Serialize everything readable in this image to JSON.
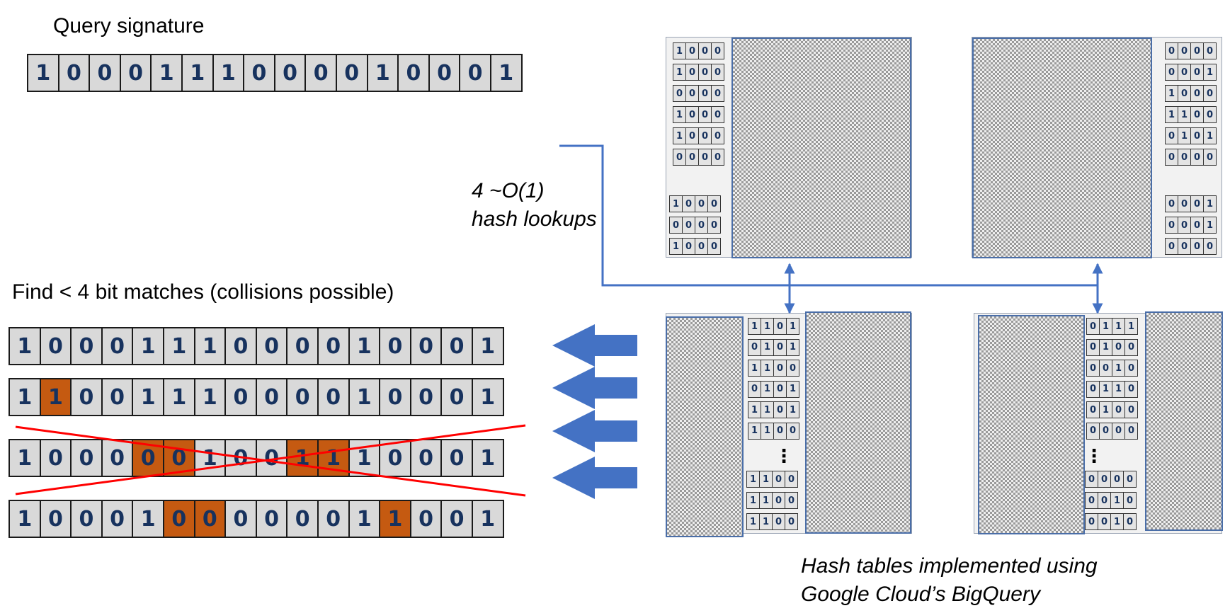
{
  "query": {
    "title": "Query signature",
    "bits": [
      "1",
      "0",
      "0",
      "0",
      "1",
      "1",
      "1",
      "0",
      "0",
      "0",
      "0",
      "1",
      "0",
      "0",
      "0",
      "1"
    ]
  },
  "matches": {
    "title": "Find < 4 bit matches (collisions possible)",
    "rows": [
      {
        "bits": [
          "1",
          "0",
          "0",
          "0",
          "1",
          "1",
          "1",
          "0",
          "0",
          "0",
          "0",
          "1",
          "0",
          "0",
          "0",
          "1"
        ],
        "highlight": [],
        "crossed": false
      },
      {
        "bits": [
          "1",
          "1",
          "0",
          "0",
          "1",
          "1",
          "1",
          "0",
          "0",
          "0",
          "0",
          "1",
          "0",
          "0",
          "0",
          "1"
        ],
        "highlight": [
          1
        ],
        "crossed": false
      },
      {
        "bits": [
          "1",
          "0",
          "0",
          "0",
          "0",
          "0",
          "1",
          "0",
          "0",
          "1",
          "1",
          "1",
          "0",
          "0",
          "0",
          "1"
        ],
        "highlight": [
          4,
          5,
          9,
          10
        ],
        "crossed": true
      },
      {
        "bits": [
          "1",
          "0",
          "0",
          "0",
          "1",
          "0",
          "0",
          "0",
          "0",
          "0",
          "0",
          "1",
          "1",
          "0",
          "0",
          "1"
        ],
        "highlight": [
          5,
          6,
          12
        ],
        "crossed": false
      }
    ]
  },
  "lookup_label": {
    "line1": "4 ~O(1)",
    "line2": "hash lookups"
  },
  "footer": {
    "line1": "Hash tables implemented using",
    "line2": "Google Cloud’s BigQuery"
  },
  "hash_tables": [
    {
      "top": [
        [
          "1",
          "0",
          "0",
          "0"
        ],
        [
          "1",
          "0",
          "0",
          "0"
        ],
        [
          "0",
          "0",
          "0",
          "0"
        ],
        [
          "1",
          "0",
          "0",
          "0"
        ],
        [
          "1",
          "0",
          "0",
          "0"
        ],
        [
          "0",
          "0",
          "0",
          "0"
        ]
      ],
      "bottom": [
        [
          "1",
          "0",
          "0",
          "0"
        ],
        [
          "0",
          "0",
          "0",
          "0"
        ],
        [
          "1",
          "0",
          "0",
          "0"
        ]
      ],
      "ellipsis": ""
    },
    {
      "top": [
        [
          "0",
          "0",
          "0",
          "0"
        ],
        [
          "0",
          "0",
          "0",
          "1"
        ],
        [
          "1",
          "0",
          "0",
          "0"
        ],
        [
          "1",
          "1",
          "0",
          "0"
        ],
        [
          "0",
          "1",
          "0",
          "1"
        ],
        [
          "0",
          "0",
          "0",
          "0"
        ]
      ],
      "bottom": [
        [
          "0",
          "0",
          "0",
          "1"
        ],
        [
          "0",
          "0",
          "0",
          "1"
        ],
        [
          "0",
          "0",
          "0",
          "0"
        ]
      ],
      "ellipsis": ""
    },
    {
      "top": [
        [
          "1",
          "1",
          "0",
          "1"
        ],
        [
          "0",
          "1",
          "0",
          "1"
        ],
        [
          "1",
          "1",
          "0",
          "0"
        ],
        [
          "0",
          "1",
          "0",
          "1"
        ],
        [
          "1",
          "1",
          "0",
          "1"
        ],
        [
          "1",
          "1",
          "0",
          "0"
        ]
      ],
      "bottom": [
        [
          "1",
          "1",
          "0",
          "0"
        ],
        [
          "1",
          "1",
          "0",
          "0"
        ],
        [
          "1",
          "1",
          "0",
          "0"
        ]
      ],
      "ellipsis": "⋮"
    },
    {
      "top": [
        [
          "0",
          "1",
          "1",
          "1"
        ],
        [
          "0",
          "1",
          "0",
          "0"
        ],
        [
          "0",
          "0",
          "1",
          "0"
        ],
        [
          "0",
          "1",
          "1",
          "0"
        ],
        [
          "0",
          "1",
          "0",
          "0"
        ],
        [
          "0",
          "0",
          "0",
          "0"
        ]
      ],
      "bottom": [
        [
          "0",
          "0",
          "0",
          "0"
        ],
        [
          "0",
          "0",
          "1",
          "0"
        ],
        [
          "0",
          "0",
          "1",
          "0"
        ]
      ],
      "ellipsis": "⋮"
    }
  ],
  "colors": {
    "bit_fill": "#d9d9d9",
    "bit_text": "#17325e",
    "highlight": "#c55a11",
    "arrow": "#4472c4",
    "connector": "#4472c4",
    "cross": "#ff0000"
  }
}
